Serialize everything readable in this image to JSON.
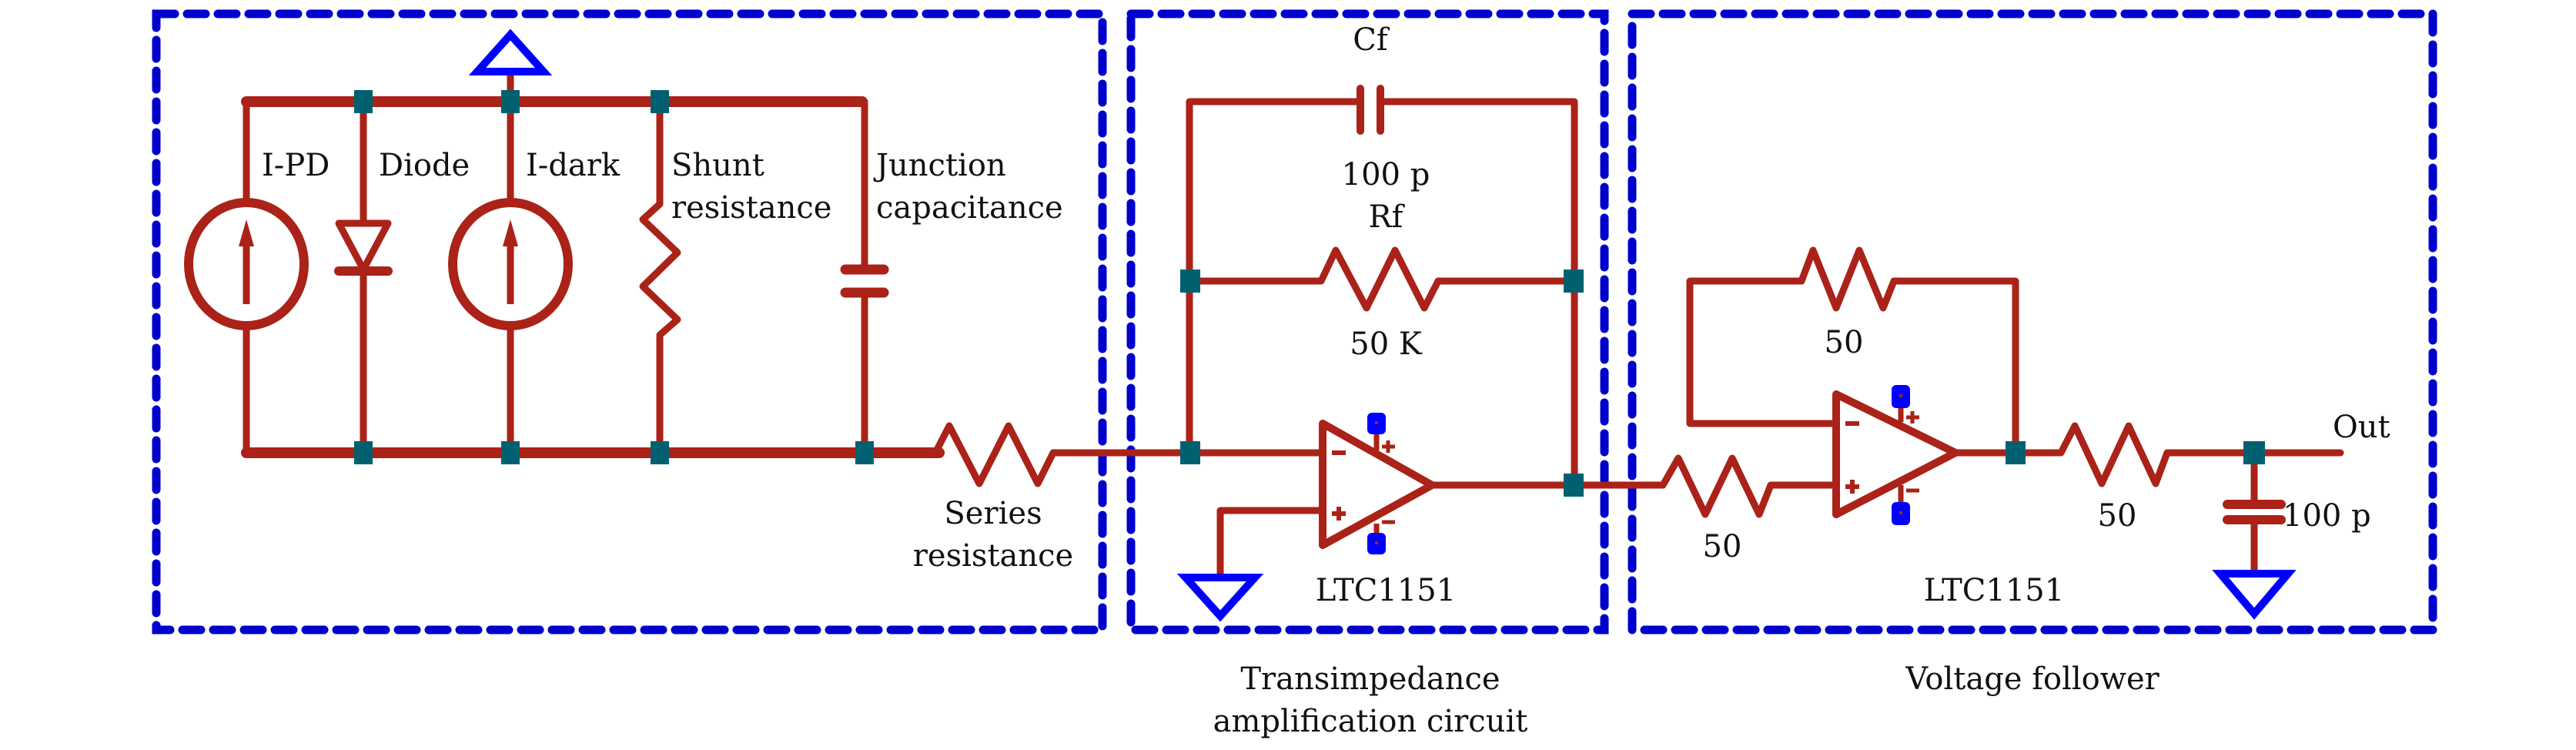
{
  "diagram": {
    "title": "Photodiode transimpedance amplifier with voltage follower",
    "colors": {
      "wire": "#aa2218",
      "section_box": "#0000cc",
      "ground": "#0000ff",
      "node": "#006070",
      "text": "#111111"
    },
    "sections": [
      {
        "id": "photodiode-model",
        "caption": ""
      },
      {
        "id": "transimpedance",
        "caption_line1": "Transimpedance",
        "caption_line2": "amplification circuit"
      },
      {
        "id": "voltage-follower",
        "caption": "Voltage follower"
      }
    ],
    "photodiode_model": {
      "i_pd_label": "I-PD",
      "diode_label": "Diode",
      "i_dark_label": "I-dark",
      "shunt_label_line1": "Shunt",
      "shunt_label_line2": "resistance",
      "junction_label_line1": "Junction",
      "junction_label_line2": "capacitance",
      "series_label_line1": "Series",
      "series_label_line2": "resistance"
    },
    "transimpedance": {
      "cf_label": "Cf",
      "cf_value": "100 p",
      "rf_label": "Rf",
      "rf_value": "50 K",
      "opamp_label": "LTC1151",
      "opamp_inputs": [
        "-",
        "+"
      ]
    },
    "voltage_follower": {
      "input_resistor_value": "50",
      "feedback_resistor_value": "50",
      "output_resistor_value": "50",
      "output_cap_value": "100 p",
      "opamp_label": "LTC1151",
      "output_label": "Out",
      "opamp_inputs": [
        "-",
        "+"
      ]
    }
  }
}
